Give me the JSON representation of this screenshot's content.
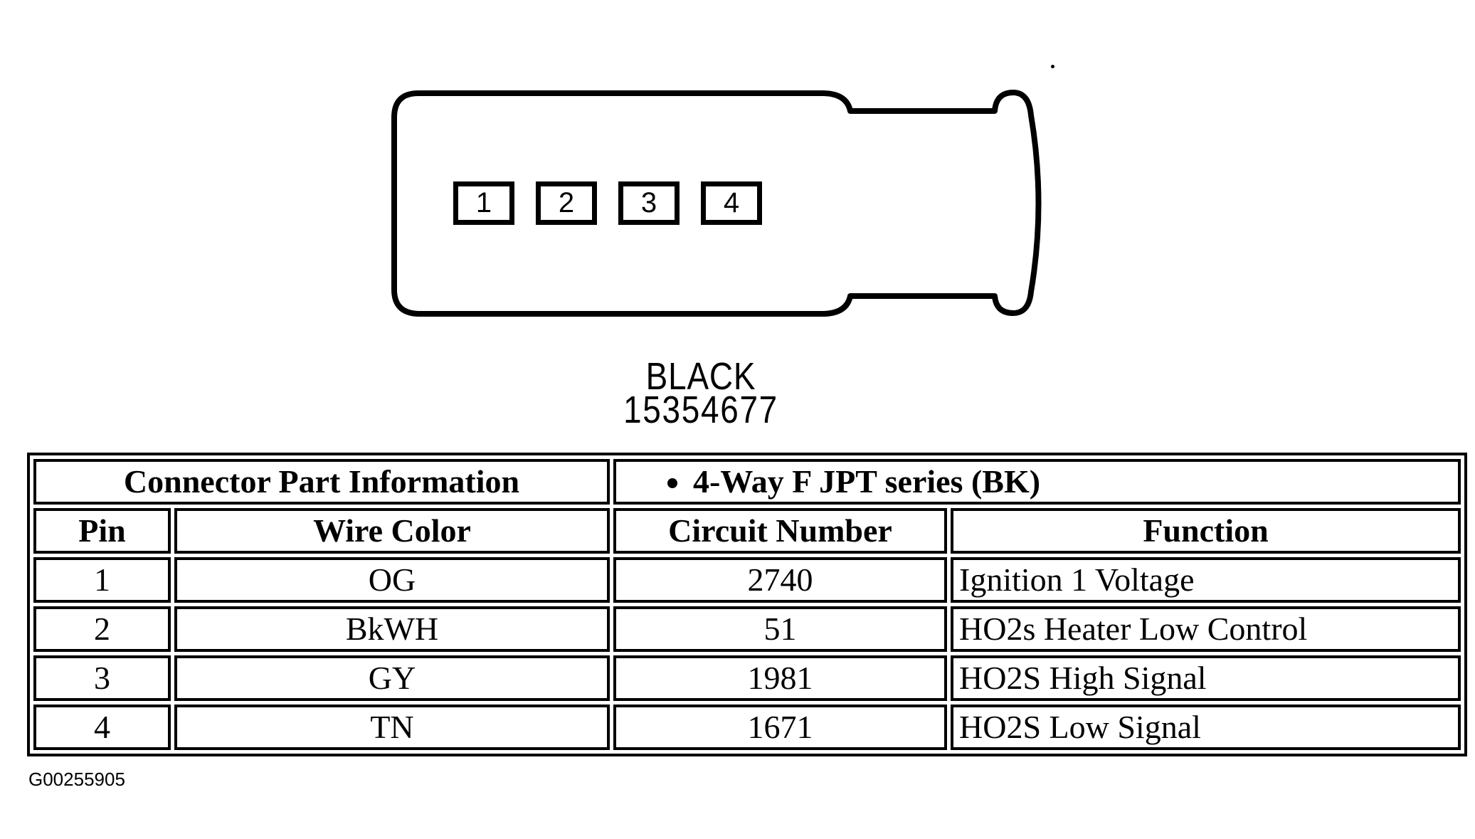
{
  "connector": {
    "color_label": "BLACK",
    "part_number": "15354677",
    "pins": [
      "1",
      "2",
      "3",
      "4"
    ]
  },
  "table": {
    "header_left": "Connector Part Information",
    "header_right": "4-Way F JPT series (BK)",
    "columns": [
      "Pin",
      "Wire Color",
      "Circuit Number",
      "Function"
    ],
    "rows": [
      {
        "pin": "1",
        "wire_color": "OG",
        "circuit": "2740",
        "function": "Ignition 1 Voltage"
      },
      {
        "pin": "2",
        "wire_color": "BkWH",
        "circuit": "51",
        "function": "HO2s Heater Low Control"
      },
      {
        "pin": "3",
        "wire_color": "GY",
        "circuit": "1981",
        "function": "HO2S High Signal"
      },
      {
        "pin": "4",
        "wire_color": "TN",
        "circuit": "1671",
        "function": "HO2S Low Signal"
      }
    ]
  },
  "footer": {
    "figure_id": "G00255905"
  },
  "colors": {
    "ink": "#000000",
    "paper": "#ffffff"
  }
}
